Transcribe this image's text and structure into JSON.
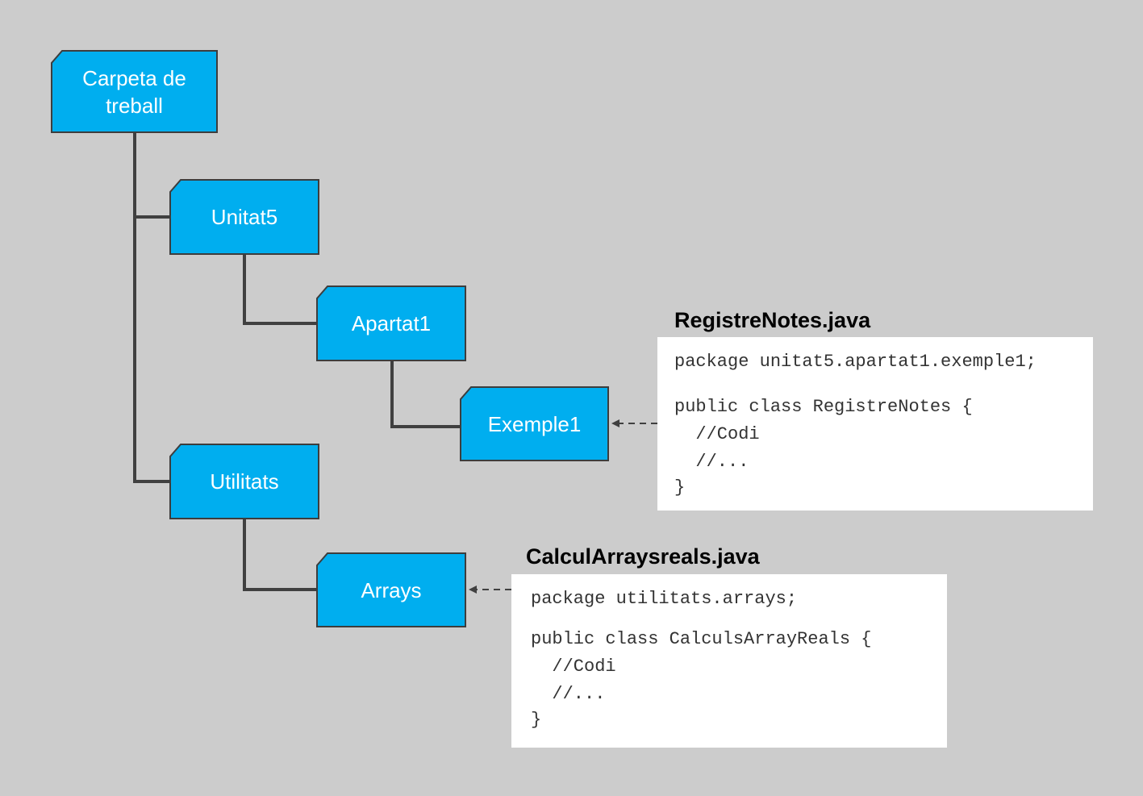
{
  "colors": {
    "background": "#cccccc",
    "folder_fill": "#00aeef",
    "folder_border": "#3d3d3d",
    "connector": "#404040",
    "code_background": "#ffffff"
  },
  "folders": {
    "root": {
      "label_line1": "Carpeta de",
      "label_line2": "treball"
    },
    "unitat5": {
      "label": "Unitat5"
    },
    "apartat1": {
      "label": "Apartat1"
    },
    "exemple1": {
      "label": "Exemple1"
    },
    "utilitats": {
      "label": "Utilitats"
    },
    "arrays": {
      "label": "Arrays"
    }
  },
  "files": {
    "registre": {
      "title": "RegistreNotes.java",
      "lines": [
        "package unitat5.apartat1.exemple1;",
        "public class RegistreNotes {",
        "  //Codi",
        "  //...",
        "}"
      ]
    },
    "calcul": {
      "title": "CalculArraysreals.java",
      "lines": [
        "package utilitats.arrays;",
        "public class CalculsArrayReals {",
        "  //Codi",
        "  //...",
        "}"
      ]
    }
  }
}
